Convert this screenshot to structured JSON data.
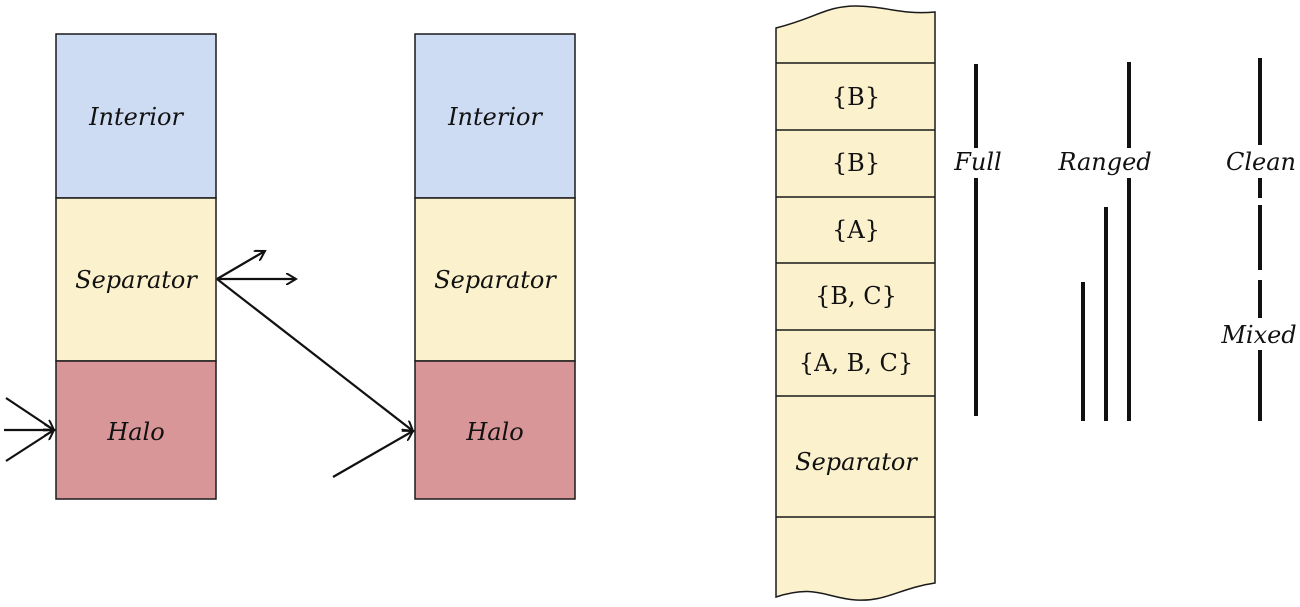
{
  "colors": {
    "interior": "#cddbf3",
    "separator": "#fbf1cd",
    "halo": "#d89698",
    "strip": "#fbf1cd",
    "line": "#111111"
  },
  "left_blocks": [
    {
      "interior": "Interior",
      "separator": "Separator",
      "halo": "Halo"
    },
    {
      "interior": "Interior",
      "separator": "Separator",
      "halo": "Halo"
    }
  ],
  "strip": {
    "cells": [
      "{B}",
      "{B}",
      "{A}",
      "{B, C}",
      "{A, B, C}"
    ],
    "separator": "Separator"
  },
  "columns": {
    "full": "Full",
    "ranged": "Ranged",
    "clean": "Clean",
    "mixed": "Mixed"
  }
}
